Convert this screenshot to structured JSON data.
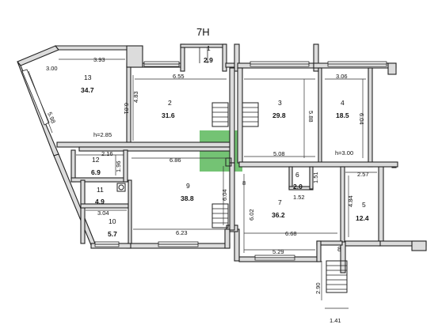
{
  "plan": {
    "title": "7Н",
    "highlight_color": "#5cb85c",
    "rooms": [
      {
        "id": "1",
        "number": "1",
        "area": "2.9"
      },
      {
        "id": "2",
        "number": "2",
        "area": "31.6"
      },
      {
        "id": "3",
        "number": "3",
        "area": "29.8"
      },
      {
        "id": "4",
        "number": "4",
        "area": "18.5"
      },
      {
        "id": "5",
        "number": "5",
        "area": "12.4"
      },
      {
        "id": "6",
        "number": "6",
        "area": "2.0"
      },
      {
        "id": "7",
        "number": "7",
        "area": "36.2"
      },
      {
        "id": "8",
        "number": "8",
        "area": ""
      },
      {
        "id": "9",
        "number": "9",
        "area": "38.8"
      },
      {
        "id": "10",
        "number": "10",
        "area": "5.7"
      },
      {
        "id": "11",
        "number": "11",
        "area": "4.9"
      },
      {
        "id": "12",
        "number": "12",
        "area": "6.9"
      },
      {
        "id": "13",
        "number": "13",
        "area": "34.7"
      }
    ],
    "dimensions": [
      "3.93",
      "3.00",
      "5.98",
      "6.55",
      "6.01",
      "4.83",
      "h=2.85",
      "3.06",
      "5.88",
      "6.04",
      "5.08",
      "h=3.00",
      "2.16",
      "1.96",
      "6.86",
      "6.04",
      "6.02",
      "1.51",
      "1.52",
      "2.57",
      "4.84",
      "3.04",
      "6.23",
      "6.68",
      "5.29",
      "2.90",
      "1.41",
      "8"
    ]
  }
}
